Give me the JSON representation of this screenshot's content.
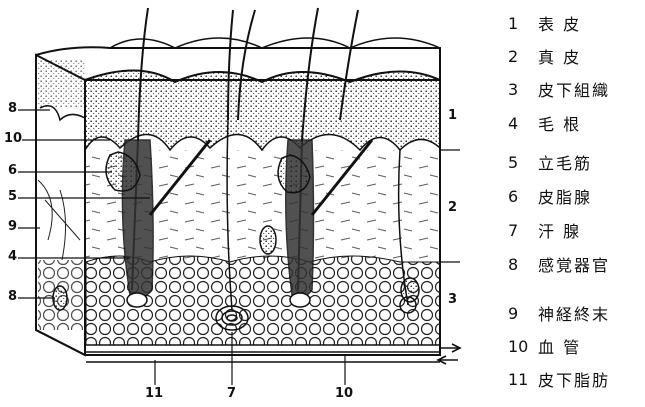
{
  "legend": [
    {
      "num": "1",
      "label": "表 皮"
    },
    {
      "num": "2",
      "label": "真 皮"
    },
    {
      "num": "3",
      "label": "皮下組織"
    },
    {
      "num": "4",
      "label": "毛 根"
    },
    {
      "num": "5",
      "label": "立毛筋"
    },
    {
      "num": "6",
      "label": "皮脂腺"
    },
    {
      "num": "7",
      "label": "汗 腺"
    },
    {
      "num": "8",
      "label": "感覚器官"
    },
    {
      "num": "9",
      "label": "神経終末"
    },
    {
      "num": "10",
      "label": "血 管"
    },
    {
      "num": "11",
      "label": "皮下脂肪"
    }
  ],
  "callouts": {
    "left_8a": "8",
    "left_10": "10",
    "left_6": "6",
    "left_5": "5",
    "left_9": "9",
    "left_4": "4",
    "left_8b": "8",
    "right_1": "1",
    "right_2": "2",
    "right_3": "3",
    "bottom_11": "11",
    "bottom_7": "7",
    "bottom_10": "10"
  }
}
